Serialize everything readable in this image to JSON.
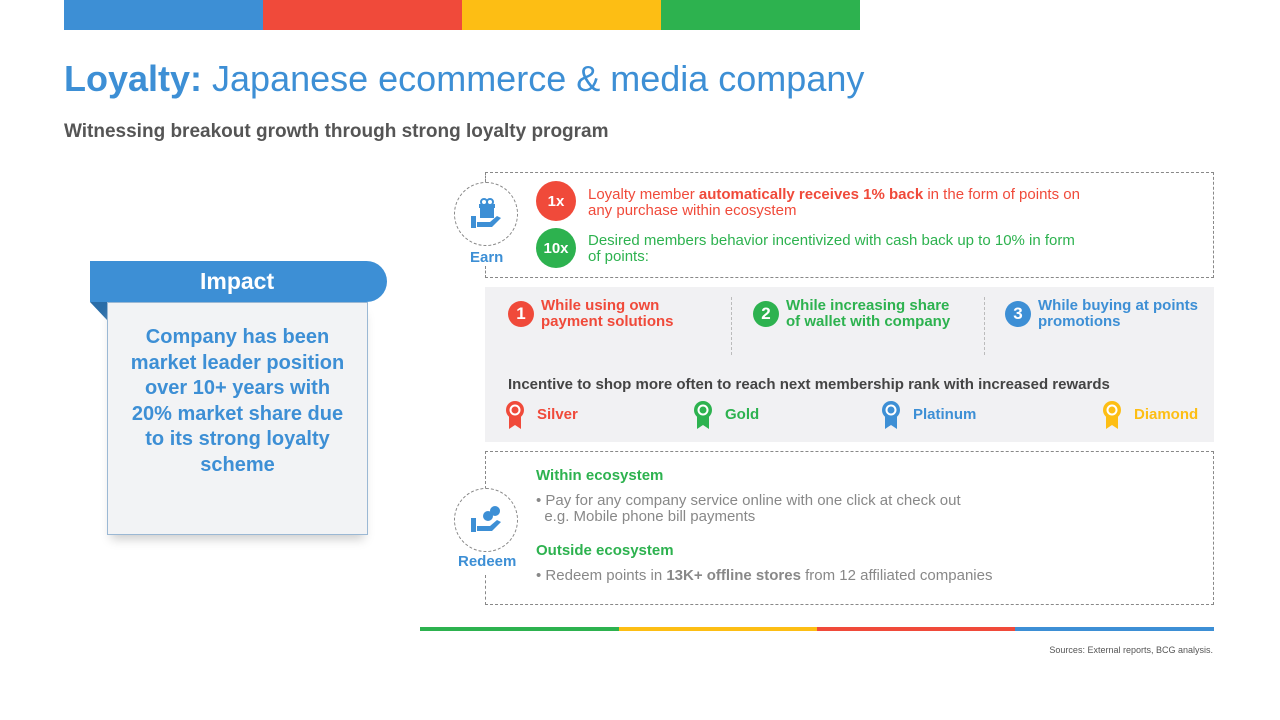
{
  "colors": {
    "blue": "#3d8fd5",
    "red": "#f04a3a",
    "yellow": "#fdbe14",
    "green": "#2db24f"
  },
  "title": {
    "bold": "Loyalty:",
    "rest": " Japanese ecommerce & media company"
  },
  "subtitle": "Witnessing breakout growth through strong loyalty program",
  "impact": {
    "heading": "Impact",
    "text": "Company has been market leader position over 10+ years with 20% market share due to its strong loyalty scheme"
  },
  "earn": {
    "label": "Earn",
    "icon": "gift-hand-icon",
    "items": [
      {
        "badge": "1x",
        "pre": "Loyalty member ",
        "bold": "automatically receives 1% back",
        "post": " in the form of points on any purchase within ecosystem"
      },
      {
        "badge": "10x",
        "text": "Desired members behavior incentivized with cash back up to 10% in form of points:"
      }
    ]
  },
  "steps": [
    {
      "num": "1",
      "text": "While using own payment solutions"
    },
    {
      "num": "2",
      "text": "While increasing share of wallet with company"
    },
    {
      "num": "3",
      "text": "While buying at points promotions"
    }
  ],
  "incentive": "Incentive to shop more often to reach next membership rank with increased rewards",
  "ranks": [
    {
      "name": "Silver",
      "icon": "medal-icon"
    },
    {
      "name": "Gold",
      "icon": "medal-icon"
    },
    {
      "name": "Platinum",
      "icon": "medal-icon"
    },
    {
      "name": "Diamond",
      "icon": "medal-icon"
    }
  ],
  "redeem": {
    "label": "Redeem",
    "icon": "coins-hand-icon",
    "within": {
      "heading": "Within ecosystem",
      "line1": "Pay for any company service online with one click at check out",
      "line2": "e.g. Mobile phone bill payments"
    },
    "outside": {
      "heading": "Outside ecosystem",
      "pre": "Redeem points in ",
      "bold": "13K+ offline stores",
      "post": " from 12 affiliated companies"
    }
  },
  "sources": "Sources: External reports, BCG analysis."
}
